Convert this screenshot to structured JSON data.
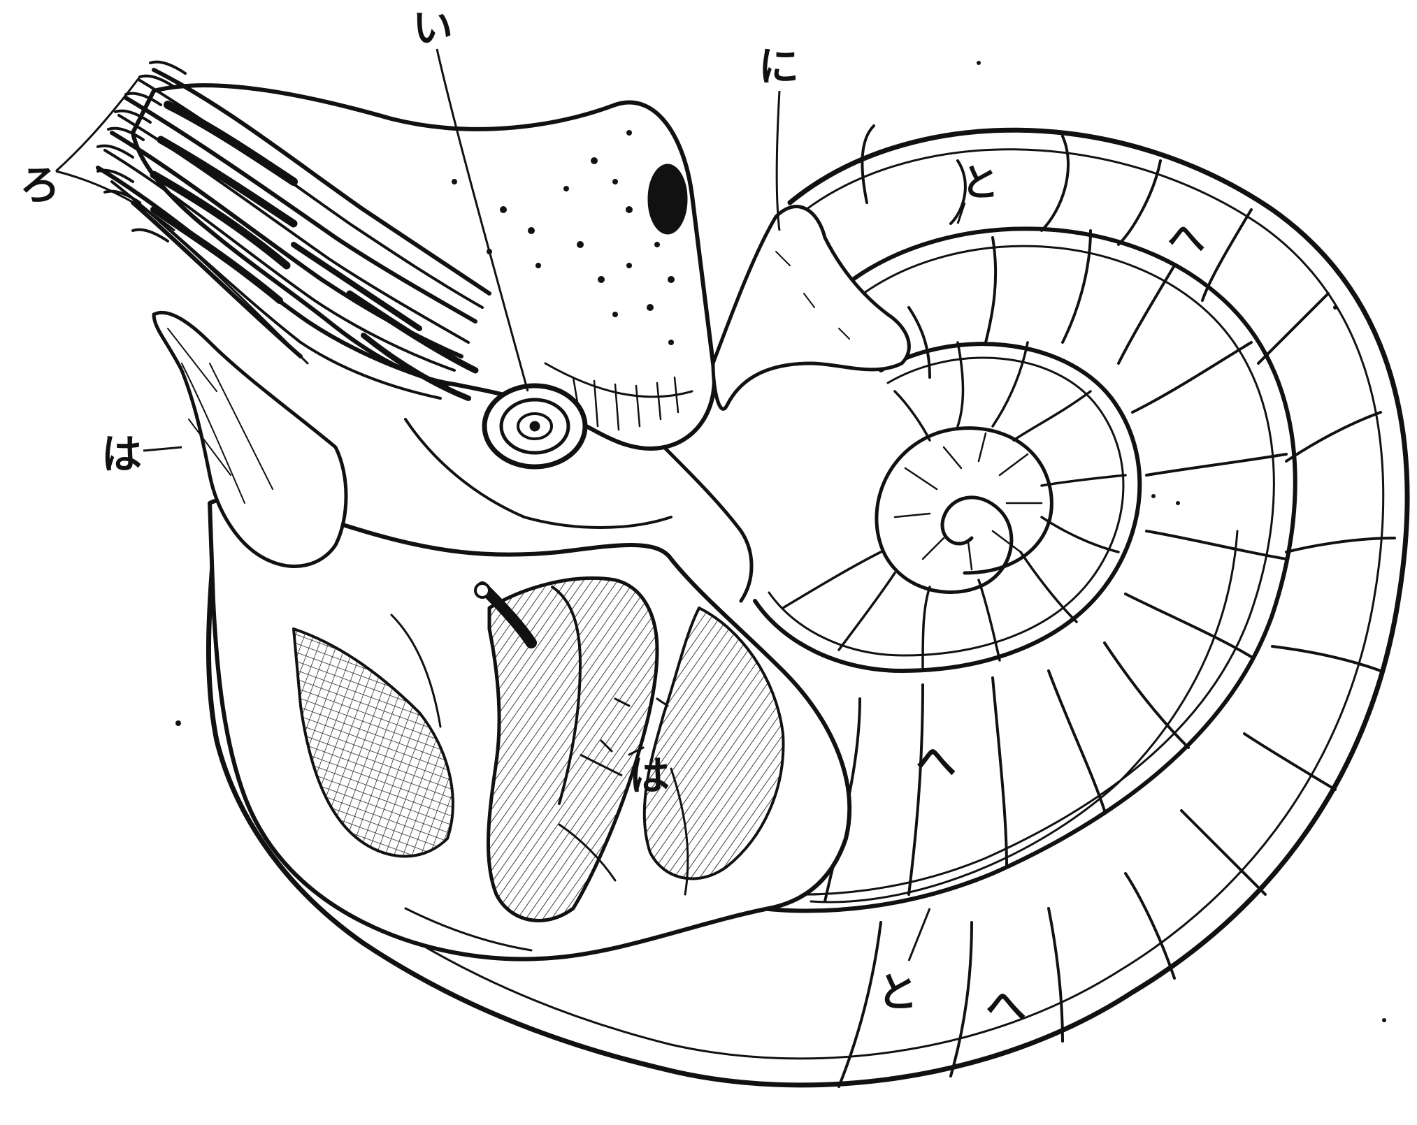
{
  "figure": {
    "labels": {
      "ro": "ろ",
      "i": "い",
      "ni": "に",
      "ha_left": "は",
      "ha_center": "は",
      "to_top": "と",
      "to_bottom": "と",
      "he_outer_top": "へ",
      "he_middle": "へ",
      "he_bottom": "へ"
    },
    "colors": {
      "ink": "#111111",
      "paper": "#ffffff"
    }
  }
}
